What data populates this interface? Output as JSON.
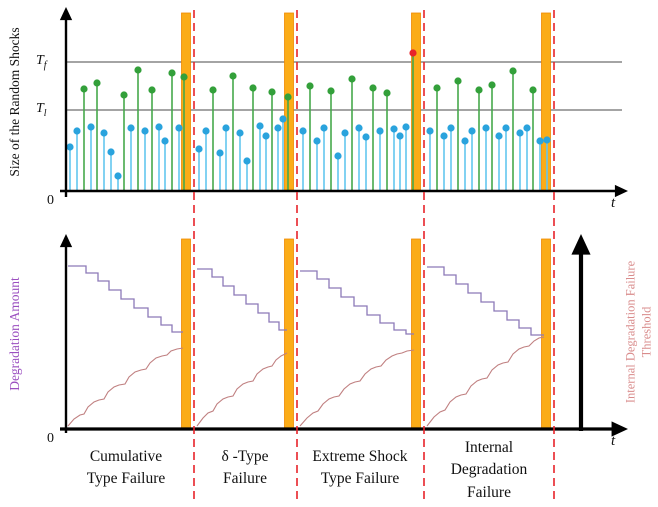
{
  "colors": {
    "orange_bar": "#FBAC18",
    "orange_bar_edge": "#F08A00",
    "dashed_line": "#E8232A",
    "threshold_line": "#4a4a4a",
    "axis": "#000000",
    "degradation_label": "#9b4fc0",
    "right_label": "#d98c8c",
    "stems": {
      "b": {
        "stem": "#63c6ee",
        "dot": "#2aa3dd"
      },
      "g": {
        "stem": "#46a84b",
        "dot": "#33a03a"
      },
      "r": {
        "stem": "#46a84b",
        "dot": "#e8232a"
      }
    }
  },
  "chart_data": [
    {
      "type": "scatter",
      "subtype": "stem-plot-of-random-shocks",
      "ylabel": "Size of the Random Shocks",
      "xlabel": "t",
      "origin_label": "0",
      "baseline_y": 190,
      "thresholds": [
        {
          "symbol": "T",
          "sub": "f",
          "y": 62
        },
        {
          "symbol": "T",
          "sub": "l",
          "y": 110
        }
      ],
      "failure_bars_x": [
        186,
        289,
        416,
        546
      ],
      "dashed_lines_x": [
        194,
        297,
        424,
        554
      ],
      "points": [
        [
          70,
          147,
          "b"
        ],
        [
          77,
          131,
          "b"
        ],
        [
          84,
          89,
          "g"
        ],
        [
          91,
          127,
          "b"
        ],
        [
          97,
          83,
          "g"
        ],
        [
          104,
          133,
          "b"
        ],
        [
          111,
          152,
          "b"
        ],
        [
          118,
          176,
          "b"
        ],
        [
          124,
          95,
          "g"
        ],
        [
          131,
          128,
          "b"
        ],
        [
          138,
          70,
          "g"
        ],
        [
          145,
          131,
          "b"
        ],
        [
          152,
          90,
          "g"
        ],
        [
          159,
          127,
          "b"
        ],
        [
          165,
          141,
          "b"
        ],
        [
          172,
          73,
          "g"
        ],
        [
          179,
          128,
          "b"
        ],
        [
          184,
          77,
          "g"
        ],
        [
          199,
          149,
          "b"
        ],
        [
          206,
          131,
          "b"
        ],
        [
          213,
          90,
          "g"
        ],
        [
          220,
          153,
          "b"
        ],
        [
          226,
          128,
          "b"
        ],
        [
          233,
          76,
          "g"
        ],
        [
          240,
          133,
          "b"
        ],
        [
          247,
          161,
          "b"
        ],
        [
          253,
          88,
          "g"
        ],
        [
          260,
          126,
          "b"
        ],
        [
          266,
          136,
          "b"
        ],
        [
          272,
          92,
          "g"
        ],
        [
          278,
          128,
          "b"
        ],
        [
          283,
          119,
          "b"
        ],
        [
          288,
          97,
          "g"
        ],
        [
          303,
          131,
          "b"
        ],
        [
          310,
          86,
          "g"
        ],
        [
          317,
          141,
          "b"
        ],
        [
          324,
          128,
          "b"
        ],
        [
          331,
          91,
          "g"
        ],
        [
          338,
          156,
          "b"
        ],
        [
          345,
          133,
          "b"
        ],
        [
          352,
          79,
          "g"
        ],
        [
          359,
          128,
          "b"
        ],
        [
          366,
          137,
          "b"
        ],
        [
          373,
          88,
          "g"
        ],
        [
          380,
          131,
          "b"
        ],
        [
          387,
          93,
          "g"
        ],
        [
          394,
          129,
          "b"
        ],
        [
          400,
          136,
          "b"
        ],
        [
          406,
          127,
          "b"
        ],
        [
          413,
          53,
          "r"
        ],
        [
          430,
          131,
          "b"
        ],
        [
          437,
          88,
          "g"
        ],
        [
          444,
          136,
          "b"
        ],
        [
          451,
          128,
          "b"
        ],
        [
          458,
          81,
          "g"
        ],
        [
          465,
          141,
          "b"
        ],
        [
          472,
          131,
          "b"
        ],
        [
          479,
          90,
          "g"
        ],
        [
          486,
          128,
          "b"
        ],
        [
          492,
          85,
          "g"
        ],
        [
          499,
          136,
          "b"
        ],
        [
          506,
          128,
          "b"
        ],
        [
          513,
          71,
          "g"
        ],
        [
          520,
          133,
          "b"
        ],
        [
          527,
          128,
          "b"
        ],
        [
          533,
          90,
          "g"
        ],
        [
          540,
          141,
          "b"
        ],
        [
          547,
          140,
          "b"
        ]
      ]
    },
    {
      "type": "line",
      "subtype": "degradation-paths",
      "ylabel_left": "Degradation  Amount",
      "ylabel_right_line1": "Internal Degradation Failure",
      "ylabel_right_line2": "Threshold",
      "xlabel": "t",
      "origin_label": "0",
      "failure_bars_x": [
        186,
        289,
        416,
        546
      ],
      "series": [
        {
          "name": "internal-degradation-failure-threshold",
          "color": "#8c79b8",
          "width": 1.3,
          "segments": [
            [
              [
                68,
                266
              ],
              [
                86,
                266
              ],
              [
                86,
                273
              ],
              [
                98,
                273
              ],
              [
                98,
                281
              ],
              [
                109,
                281
              ],
              [
                109,
                290
              ],
              [
                121,
                290
              ],
              [
                121,
                299
              ],
              [
                134,
                299
              ],
              [
                134,
                308
              ],
              [
                148,
                308
              ],
              [
                148,
                317
              ],
              [
                161,
                317
              ],
              [
                161,
                325
              ],
              [
                172,
                325
              ],
              [
                172,
                332
              ],
              [
                183,
                332
              ]
            ],
            [
              [
                197,
                269
              ],
              [
                212,
                269
              ],
              [
                212,
                277
              ],
              [
                223,
                277
              ],
              [
                223,
                286
              ],
              [
                234,
                286
              ],
              [
                234,
                295
              ],
              [
                246,
                295
              ],
              [
                246,
                304
              ],
              [
                258,
                304
              ],
              [
                258,
                313
              ],
              [
                269,
                313
              ],
              [
                269,
                322
              ],
              [
                279,
                322
              ],
              [
                279,
                330
              ],
              [
                287,
                330
              ]
            ],
            [
              [
                300,
                271
              ],
              [
                317,
                271
              ],
              [
                317,
                279
              ],
              [
                329,
                279
              ],
              [
                329,
                288
              ],
              [
                341,
                288
              ],
              [
                341,
                297
              ],
              [
                354,
                297
              ],
              [
                354,
                306
              ],
              [
                367,
                306
              ],
              [
                367,
                315
              ],
              [
                380,
                315
              ],
              [
                380,
                323
              ],
              [
                394,
                323
              ],
              [
                394,
                330
              ],
              [
                406,
                330
              ],
              [
                406,
                334
              ],
              [
                414,
                334
              ]
            ],
            [
              [
                427,
                267
              ],
              [
                444,
                267
              ],
              [
                444,
                275
              ],
              [
                456,
                275
              ],
              [
                456,
                284
              ],
              [
                468,
                284
              ],
              [
                468,
                293
              ],
              [
                481,
                293
              ],
              [
                481,
                302
              ],
              [
                494,
                302
              ],
              [
                494,
                311
              ],
              [
                507,
                311
              ],
              [
                507,
                320
              ],
              [
                519,
                320
              ],
              [
                519,
                328
              ],
              [
                531,
                328
              ],
              [
                531,
                335
              ],
              [
                544,
                335
              ]
            ]
          ]
        },
        {
          "name": "degradation-amount",
          "color": "#c08081",
          "width": 1.1,
          "segments": [
            [
              [
                68,
                426
              ],
              [
                74,
                419
              ],
              [
                80,
                415
              ],
              [
                84,
                414
              ],
              [
                88,
                407
              ],
              [
                94,
                402
              ],
              [
                99,
                400
              ],
              [
                104,
                399
              ],
              [
                108,
                392
              ],
              [
                114,
                387
              ],
              [
                119,
                385
              ],
              [
                125,
                384
              ],
              [
                129,
                377
              ],
              [
                135,
                372
              ],
              [
                141,
                370
              ],
              [
                146,
                369
              ],
              [
                150,
                363
              ],
              [
                156,
                358
              ],
              [
                162,
                356
              ],
              [
                167,
                355
              ],
              [
                171,
                351
              ],
              [
                177,
                349
              ],
              [
                183,
                348
              ]
            ],
            [
              [
                197,
                426
              ],
              [
                203,
                418
              ],
              [
                208,
                413
              ],
              [
                213,
                411
              ],
              [
                217,
                404
              ],
              [
                223,
                399
              ],
              [
                228,
                397
              ],
              [
                233,
                396
              ],
              [
                237,
                389
              ],
              [
                243,
                384
              ],
              [
                248,
                382
              ],
              [
                253,
                381
              ],
              [
                257,
                374
              ],
              [
                263,
                369
              ],
              [
                268,
                367
              ],
              [
                272,
                366
              ],
              [
                276,
                360
              ],
              [
                281,
                356
              ],
              [
                287,
                353
              ]
            ],
            [
              [
                300,
                426
              ],
              [
                307,
                418
              ],
              [
                313,
                413
              ],
              [
                318,
                411
              ],
              [
                323,
                404
              ],
              [
                329,
                399
              ],
              [
                334,
                397
              ],
              [
                339,
                396
              ],
              [
                344,
                389
              ],
              [
                350,
                384
              ],
              [
                355,
                382
              ],
              [
                360,
                381
              ],
              [
                365,
                374
              ],
              [
                371,
                369
              ],
              [
                376,
                367
              ],
              [
                381,
                366
              ],
              [
                386,
                360
              ],
              [
                392,
                356
              ],
              [
                397,
                354
              ],
              [
                402,
                353
              ],
              [
                407,
                351
              ],
              [
                414,
                350
              ]
            ],
            [
              [
                427,
                426
              ],
              [
                434,
                417
              ],
              [
                440,
                412
              ],
              [
                445,
                410
              ],
              [
                450,
                402
              ],
              [
                456,
                397
              ],
              [
                461,
                395
              ],
              [
                466,
                394
              ],
              [
                471,
                386
              ],
              [
                477,
                381
              ],
              [
                482,
                379
              ],
              [
                487,
                378
              ],
              [
                492,
                370
              ],
              [
                498,
                365
              ],
              [
                503,
                363
              ],
              [
                508,
                362
              ],
              [
                513,
                354
              ],
              [
                519,
                349
              ],
              [
                524,
                347
              ],
              [
                529,
                346
              ],
              [
                534,
                341
              ],
              [
                539,
                338
              ],
              [
                544,
                337
              ]
            ]
          ]
        }
      ]
    }
  ],
  "region_labels": [
    {
      "l1": "Cumulative",
      "l2": "Type Failure"
    },
    {
      "l1": "δ -Type",
      "l2": "Failure"
    },
    {
      "l1": "Extreme Shock",
      "l2": "Type Failure"
    },
    {
      "l1": "Internal",
      "l2": "Degradation",
      "l3": "Failure"
    }
  ]
}
